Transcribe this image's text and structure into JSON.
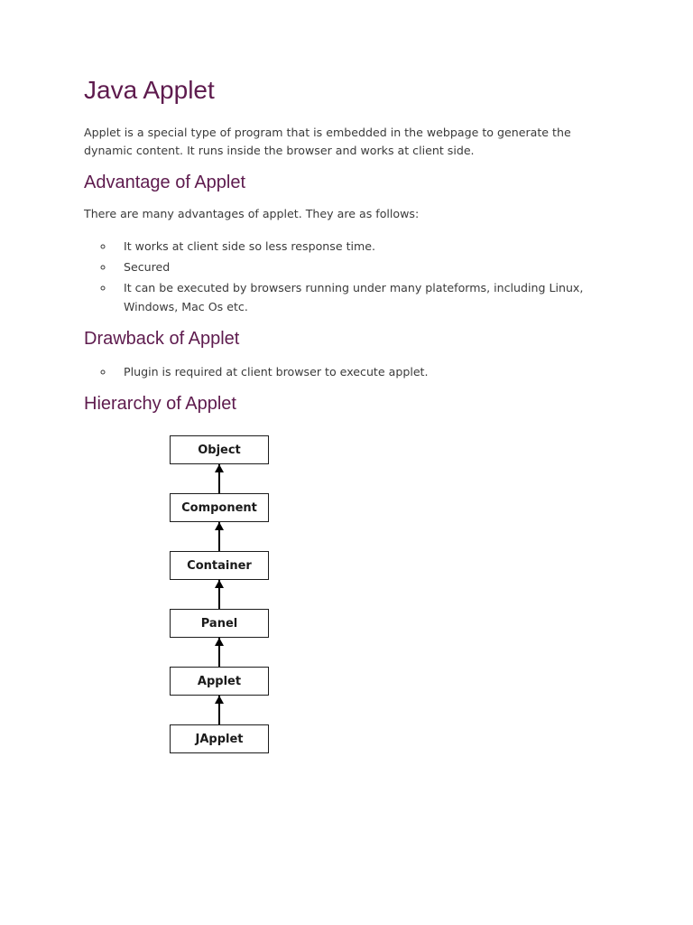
{
  "doc": {
    "title": "Java Applet",
    "intro": "Applet is a special type of program that is embedded in the webpage to generate the dynamic content. It runs inside the browser and works at client side."
  },
  "advantage": {
    "heading": "Advantage of Applet",
    "intro": "There are many advantages of applet. They are as follows:",
    "items": [
      "It works at client side so less response time.",
      "Secured",
      "It can be executed by browsers running under many plateforms, including Linux, Windows, Mac Os etc."
    ]
  },
  "drawback": {
    "heading": "Drawback of Applet",
    "items": [
      "Plugin is required at client browser to execute applet."
    ]
  },
  "hierarchy": {
    "heading": "Hierarchy of Applet",
    "nodes": [
      "Object",
      "Component",
      "Container",
      "Panel",
      "Applet",
      "JApplet"
    ]
  },
  "colors": {
    "heading": "#5e1b4e",
    "body_text": "#3a3a3a",
    "diagram_border": "#1c1c1c",
    "arrow": "#000000",
    "page_background": "#ffffff"
  }
}
